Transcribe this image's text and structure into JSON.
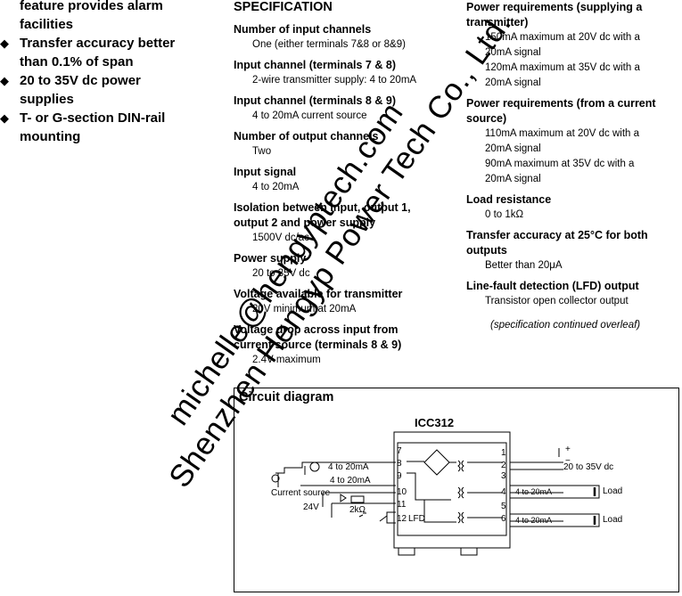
{
  "features": [
    {
      "bullet": "",
      "lines": [
        "feature provides alarm",
        "facilities"
      ]
    },
    {
      "bullet": "◆",
      "lines": [
        "Transfer accuracy better",
        "than 0.1% of span"
      ]
    },
    {
      "bullet": "◆",
      "lines": [
        "20 to 35V dc power",
        "supplies"
      ]
    },
    {
      "bullet": "◆",
      "lines": [
        "T- or G-section DIN-rail",
        "mounting"
      ]
    }
  ],
  "spec_title": "SPECIFICATION",
  "spec_left": [
    {
      "heading": [
        "Number of input channels"
      ],
      "values": [
        "One (either terminals 7&8 or 8&9)"
      ]
    },
    {
      "heading": [
        "Input channel (terminals 7 & 8)"
      ],
      "values": [
        "2-wire transmitter supply: 4 to 20mA"
      ]
    },
    {
      "heading": [
        "Input channel (terminals 8 & 9)"
      ],
      "values": [
        "4 to 20mA current source"
      ]
    },
    {
      "heading": [
        "Number of output channels"
      ],
      "values": [
        "Two"
      ]
    },
    {
      "heading": [
        "Input signal"
      ],
      "values": [
        "4 to 20mA"
      ]
    },
    {
      "heading": [
        "Isolation between input, output 1,",
        "output 2 and power supply"
      ],
      "values": [
        "1500V dc/ac"
      ]
    },
    {
      "heading": [
        "Power supply"
      ],
      "values": [
        "20 to 35V dc"
      ]
    },
    {
      "heading": [
        "Voltage available for transmitter"
      ],
      "values": [
        "20V minimum at 20mA"
      ]
    },
    {
      "heading": [
        "Voltage drop across input from",
        "current source (terminals 8 & 9)"
      ],
      "values": [
        "2.4V maximum"
      ]
    }
  ],
  "spec_right": [
    {
      "heading": [
        "Power requirements (supplying a",
        "transmitter)"
      ],
      "values": [
        "150mA maximum at 20V dc with a",
        "20mA signal",
        "120mA maximum at 35V dc with a",
        "20mA signal"
      ]
    },
    {
      "heading": [
        "Power requirements (from a current",
        "source)"
      ],
      "values": [
        "110mA maximum at 20V dc with a",
        "20mA signal",
        "90mA maximum at 35V dc with a",
        "20mA signal"
      ]
    },
    {
      "heading": [
        "Load resistance"
      ],
      "values": [
        "0 to 1kΩ"
      ]
    },
    {
      "heading": [
        "Transfer accuracy at 25°C for both",
        "outputs"
      ],
      "values": [
        "Better than 20μA"
      ]
    },
    {
      "heading": [
        "Line-fault detection (LFD) output"
      ],
      "values": [
        "Transistor open collector output"
      ]
    }
  ],
  "continued_note": "(specification continued overleaf)",
  "circuit": {
    "title": "Circuit diagram",
    "model": "ICC312",
    "left_terminals": [
      "7",
      "8",
      "9",
      "10",
      "11",
      "12"
    ],
    "right_terminals": [
      "1",
      "2",
      "3",
      "4",
      "5",
      "6"
    ],
    "loop1": "4 to 20mA",
    "loop2": "4 to 20mA",
    "current_source": "Current source",
    "voltage": "24V",
    "resistor": "2kΩ",
    "lfd": "LFD",
    "plus": "+",
    "minus": "−",
    "supply": "20 to 35V dc",
    "out1": "4 to 20mA",
    "out2": "4 to 20mA",
    "load": "Load"
  },
  "watermark": {
    "email": "michelle@hengyptech.com",
    "company": "Shenzhen Hengyp Power Tech Co., Ltd."
  }
}
